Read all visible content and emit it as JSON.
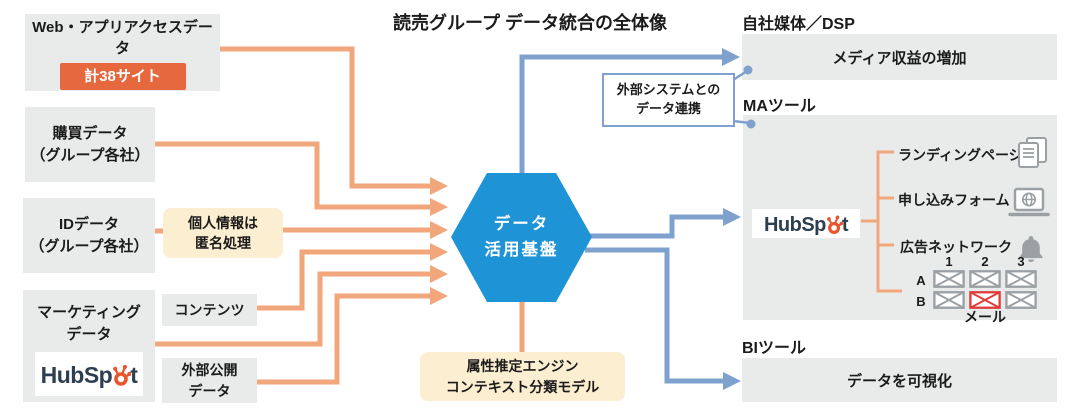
{
  "title": "読売グループ データ統合の全体像",
  "sources": {
    "web": {
      "title": "Web・アプリアクセスデータ",
      "badge": "計38サイト"
    },
    "purchase": {
      "line1": "購買データ",
      "line2": "（グループ各社）"
    },
    "id": {
      "line1": "IDデータ",
      "line2": "（グループ各社）"
    },
    "marketing": {
      "line1": "マーケティング",
      "line2": "データ"
    }
  },
  "notes": {
    "privacy": {
      "line1": "個人情報は",
      "line2": "匿名処理"
    },
    "content": {
      "label": "コンテンツ"
    },
    "open_data": {
      "line1": "外部公開",
      "line2": "データ"
    }
  },
  "hub": {
    "line1": "データ",
    "line2": "活用基盤"
  },
  "engine": {
    "line1": "属性推定エンジン",
    "line2": "コンテキスト分類モデル"
  },
  "right": {
    "dsp_label": "自社媒体／DSP",
    "media_box": "メディア収益の増加",
    "ext_sys": {
      "line1": "外部システムとの",
      "line2": "データ連携"
    },
    "ma_label": "MAツール",
    "ma_items": [
      "ランディングページ",
      "申し込みフォーム",
      "広告ネットワーク"
    ],
    "mail": {
      "cols": [
        "1",
        "2",
        "3"
      ],
      "row_a": "A",
      "row_b": "B",
      "label": "メール",
      "highlighted_cell": "B-2"
    },
    "bi_label": "BIツール",
    "bi_box": "データを可視化"
  },
  "hubspot": {
    "part1": "HubSp",
    "part2": "t"
  },
  "colors": {
    "hexagon_blue": "#1E93D5",
    "flow_orange": "#F2A67B",
    "flow_blue": "#7FA1CD",
    "badge_orange": "#E5683E",
    "box_gray": "#E9EBEB",
    "note_cream": "#FCEED0",
    "mail_highlight_red": "#E23B3B",
    "hubspot_navy": "#2D3E50",
    "hubspot_orange": "#E8552D",
    "icon_gray": "#9AA0A4"
  }
}
